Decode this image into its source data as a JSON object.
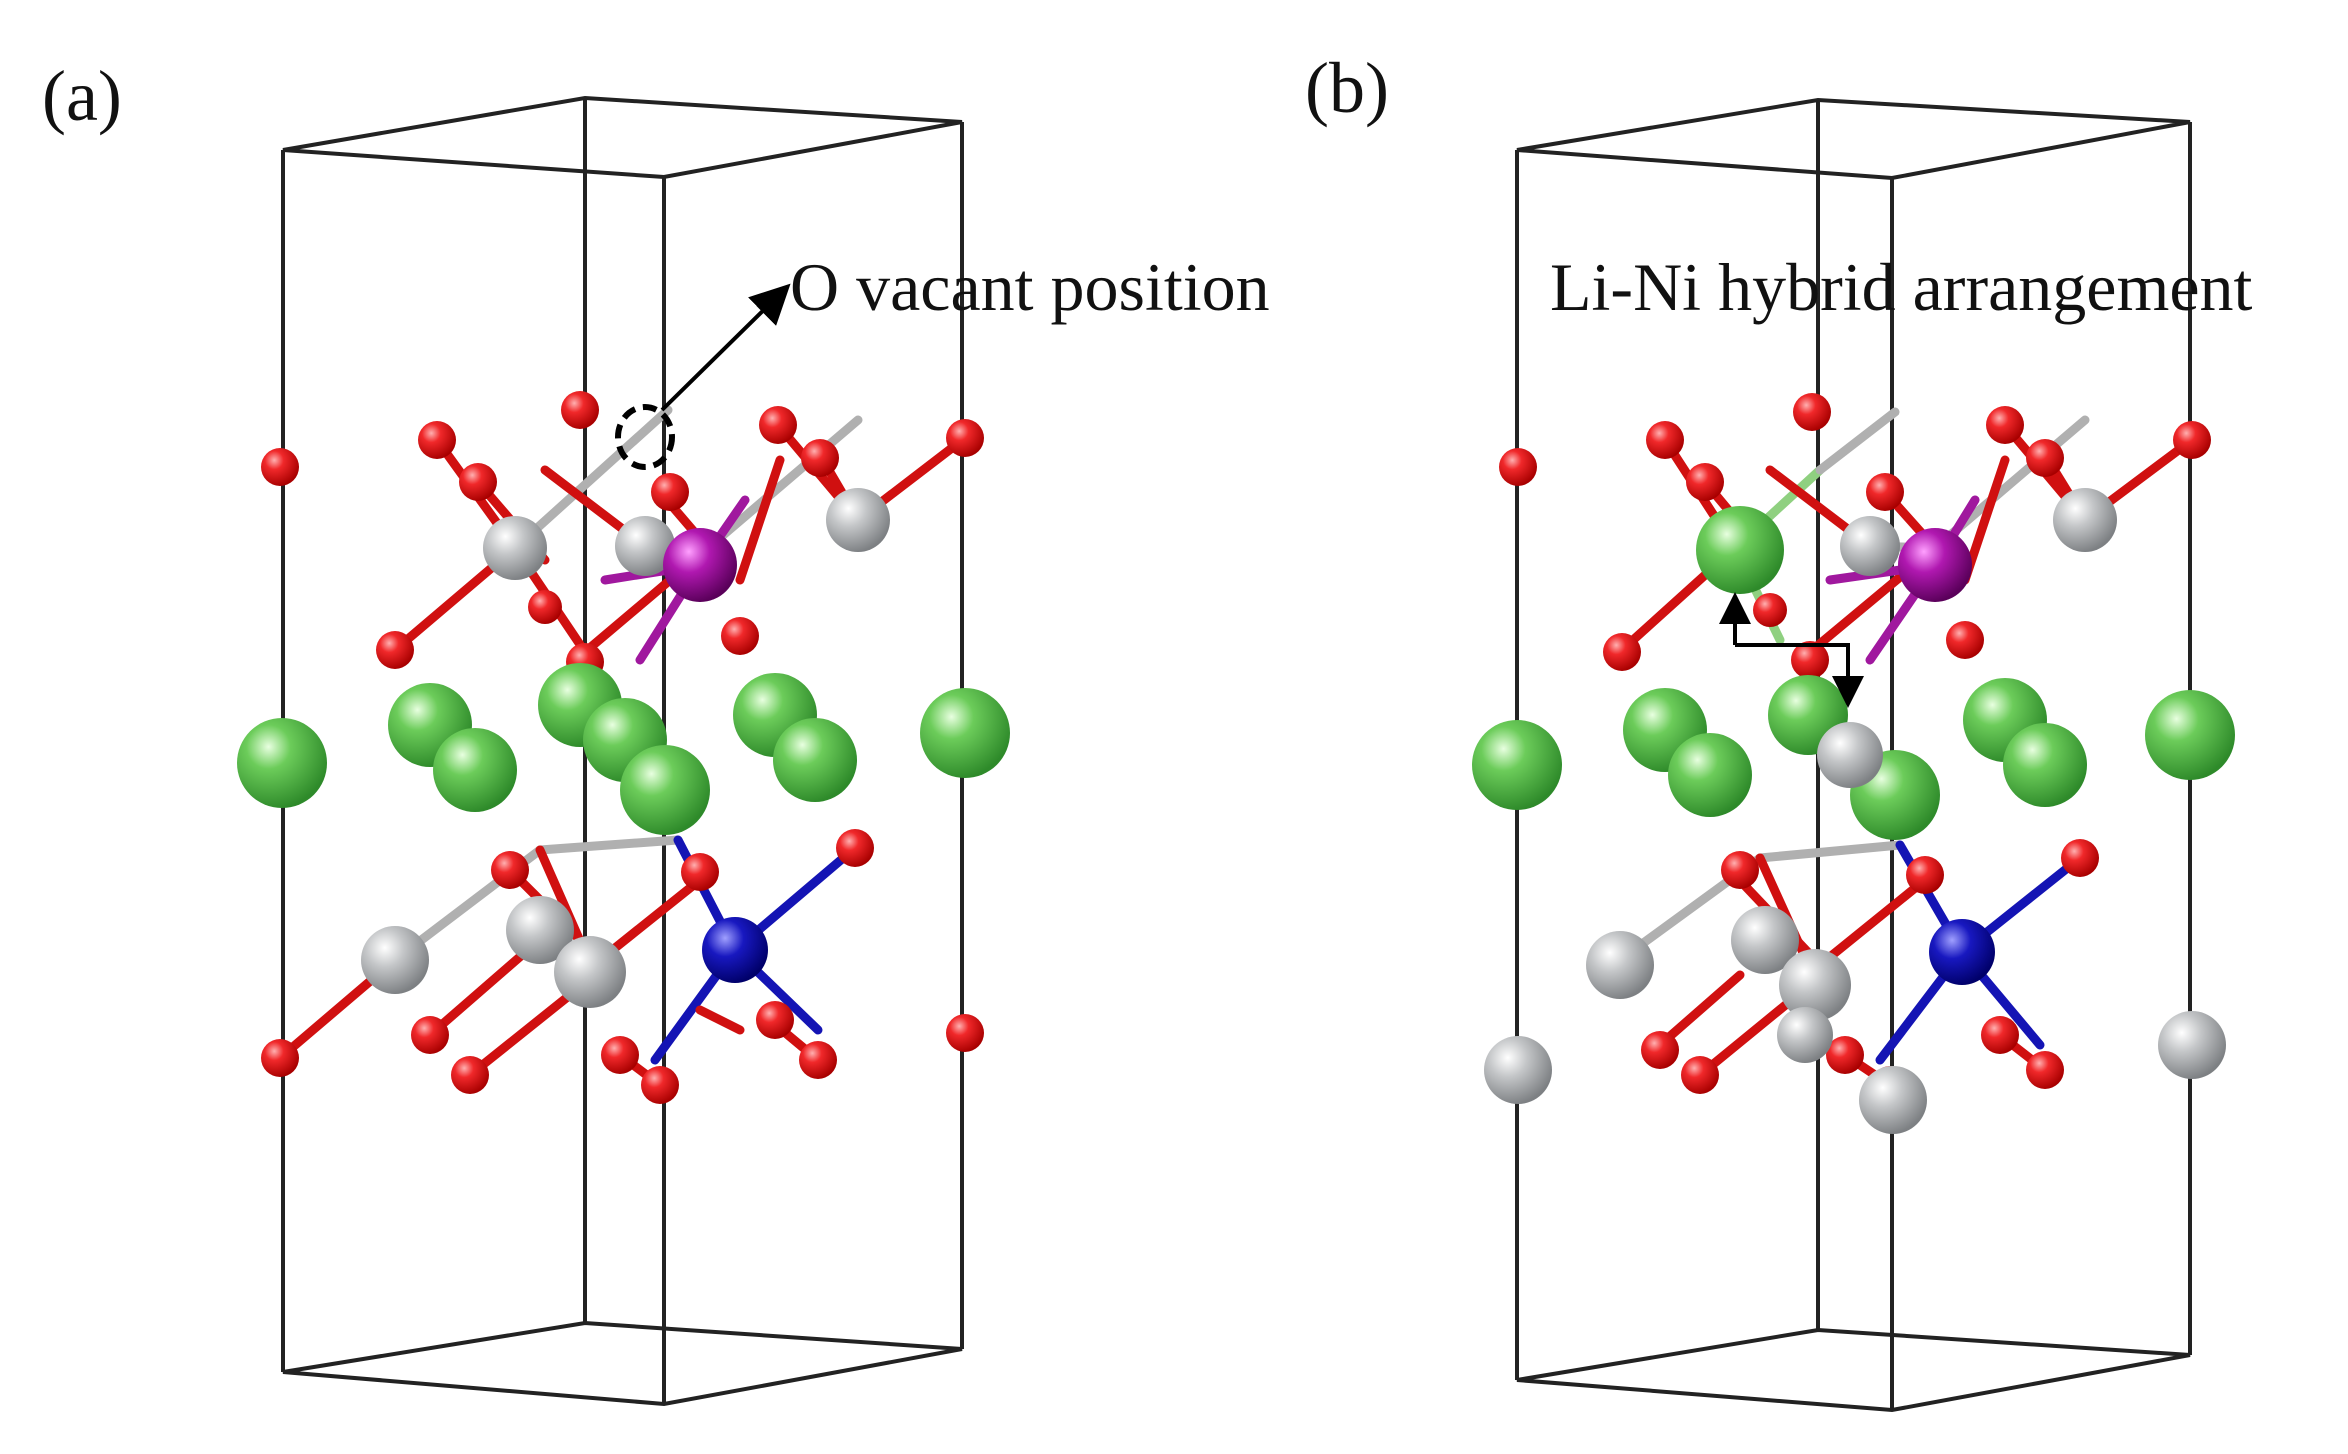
{
  "panels": [
    {
      "id": "a",
      "label": "(a)",
      "annotation": "O vacant position"
    },
    {
      "id": "b",
      "label": "(b)",
      "annotation": "Li-Ni hybrid arrangement"
    }
  ],
  "colors": {
    "oxygen": "#e0141a",
    "lithium": "#5fbf4f",
    "nickel_gray": "#b5b8bb",
    "manganese_purple": "#a0189e",
    "cobalt_blue": "#1414b4",
    "cell_edge": "#222222"
  }
}
